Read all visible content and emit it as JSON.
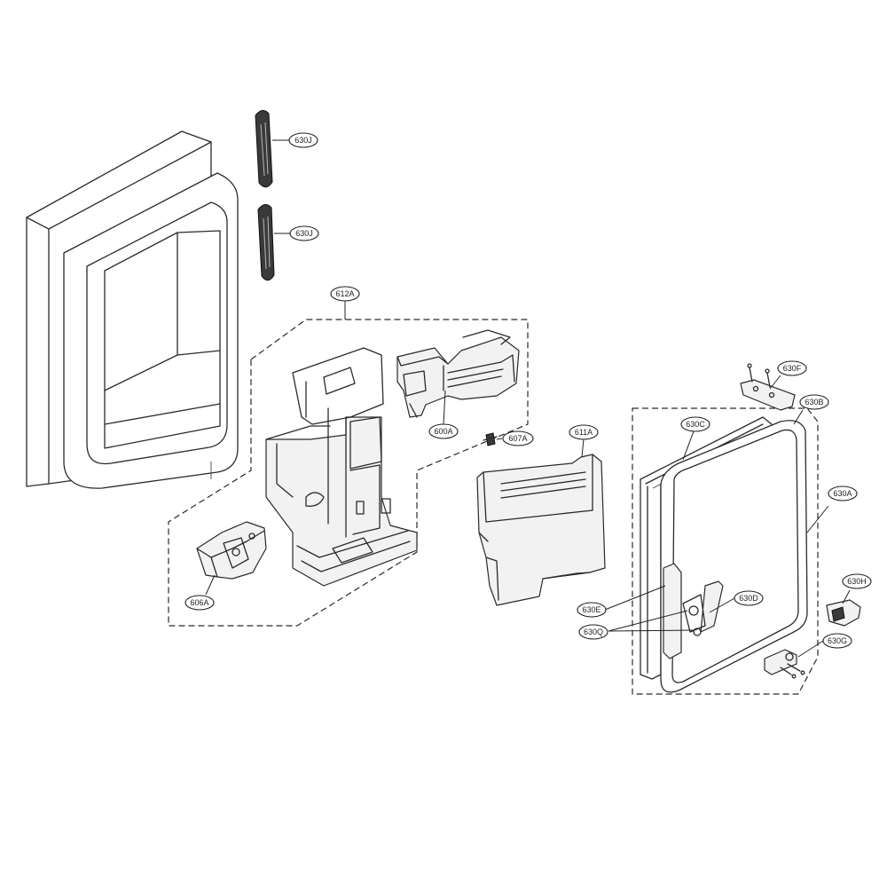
{
  "labels": {
    "c630J_a": "630J",
    "c630J_b": "630J",
    "c612A": "612A",
    "c600A": "600A",
    "c607A": "607A",
    "c611A": "611A",
    "c606A": "606A",
    "c630F": "630F",
    "c630B": "630B",
    "c630C": "630C",
    "c630A": "630A",
    "c630H": "630H",
    "c630D": "630D",
    "c630E": "630E",
    "c630Q": "630Q",
    "c630G": "630G"
  },
  "colors": {
    "line": "#2a2a2a",
    "background": "#ffffff",
    "part_fill": "#f2f2f2",
    "dark_part": "#3a3a3a"
  }
}
